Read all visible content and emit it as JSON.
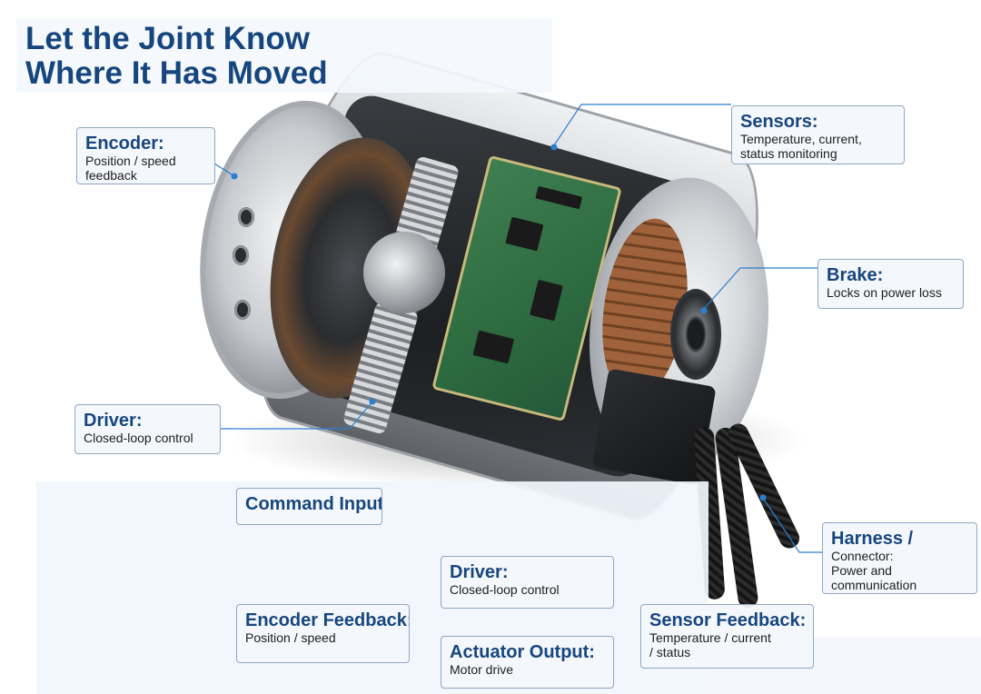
{
  "title": {
    "line1": "Let the Joint Know",
    "line2": "Where It Has Moved"
  },
  "colors": {
    "heading": "#17467f",
    "leader_line": "#2b7fd1",
    "callout_border": "#8fa8c3"
  },
  "callouts": {
    "encoder": {
      "heading": "Encoder:",
      "detail_line1": "Position / speed",
      "detail_line2": "feedback"
    },
    "sensors": {
      "heading": "Sensors:",
      "detail_line1": "Temperature, current,",
      "detail_line2": "status monitoring"
    },
    "brake": {
      "heading": "Brake:",
      "detail_line1": "Locks on power loss"
    },
    "driver": {
      "heading": "Driver:",
      "detail_line1": "Closed-loop control"
    },
    "harness": {
      "heading": "Harness /",
      "detail_line1": "Connector:",
      "detail_line2": "Power and communication"
    }
  },
  "flow": {
    "command_input": {
      "heading": "Command Input"
    },
    "driver": {
      "heading": "Driver:",
      "detail_line1": "Closed-loop control"
    },
    "encoder_feedback": {
      "heading": "Encoder Feedback:",
      "detail_line1": "Position / speed"
    },
    "actuator_output": {
      "heading": "Actuator Output:",
      "detail_line1": "Motor drive"
    },
    "sensor_feedback": {
      "heading": "Sensor Feedback:",
      "detail_line1": "Temperature / current",
      "detail_line2": "/ status"
    }
  }
}
